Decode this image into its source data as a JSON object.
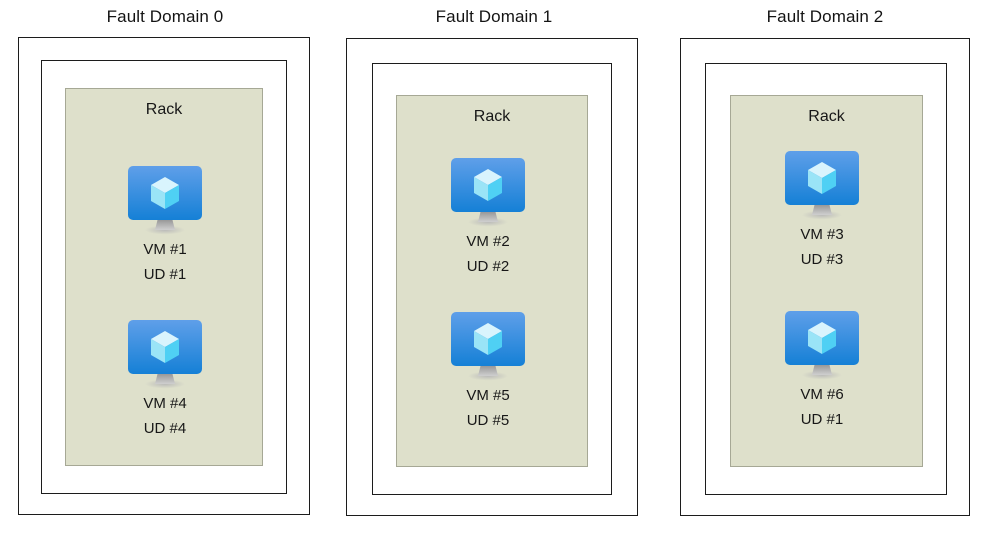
{
  "diagram": {
    "title_prefix": "Fault Domain",
    "rack_label": "Rack",
    "colors": {
      "rack_fill": "#dee0cb",
      "rack_border": "#a6a895",
      "box_border": "#1c1c1c",
      "page_background": "#ffffff",
      "text": "#171717",
      "monitor_blue_top": "#5b9be8",
      "monitor_blue_bottom": "#1683d8",
      "cube_light": "#d6f2fd",
      "cube_mid": "#8fe0f8",
      "cube_accent": "#4fd2f5",
      "stand_grey": "#9a9a9a"
    }
  },
  "fault_domains": [
    {
      "title": "Fault Domain 0",
      "rack_label": "Rack",
      "vms": [
        {
          "icon": "virtual-machine-icon",
          "vm_label": "VM #1",
          "ud_label": "UD #1"
        },
        {
          "icon": "virtual-machine-icon",
          "vm_label": "VM #4",
          "ud_label": "UD #4"
        }
      ]
    },
    {
      "title": "Fault Domain 1",
      "rack_label": "Rack",
      "vms": [
        {
          "icon": "virtual-machine-icon",
          "vm_label": "VM #2",
          "ud_label": "UD #2"
        },
        {
          "icon": "virtual-machine-icon",
          "vm_label": "VM #5",
          "ud_label": "UD #5"
        }
      ]
    },
    {
      "title": "Fault Domain 2",
      "rack_label": "Rack",
      "vms": [
        {
          "icon": "virtual-machine-icon",
          "vm_label": "VM #3",
          "ud_label": "UD #3"
        },
        {
          "icon": "virtual-machine-icon",
          "vm_label": "VM #6",
          "ud_label": "UD #1"
        }
      ]
    }
  ]
}
